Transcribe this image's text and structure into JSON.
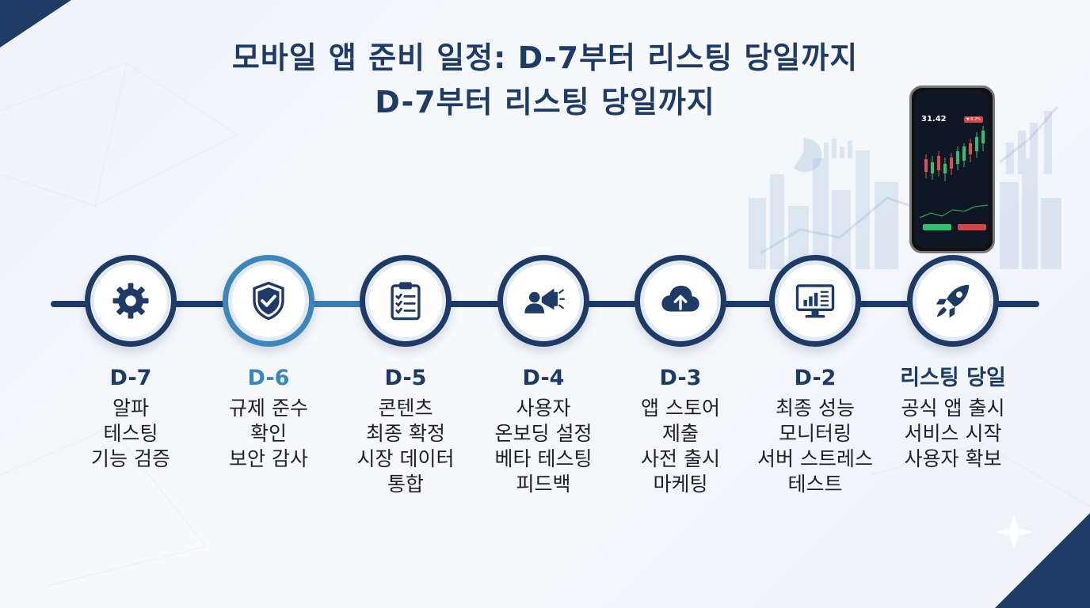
{
  "title": {
    "line1": "모바일 앱 준비 일정: D-7부터 리스팅 당일까지",
    "line2": "D-7부터 리스팅 당일까지"
  },
  "phone": {
    "price": "31.42",
    "badge": "▼ 6.2%"
  },
  "steps": [
    {
      "day": "D-7",
      "icon": "gear-icon",
      "lines": [
        "알파",
        "테스팅",
        "기능 검증"
      ]
    },
    {
      "day": "D-6",
      "icon": "shield-check-icon",
      "lines": [
        "규제 준수",
        "확인",
        "보안 감사"
      ]
    },
    {
      "day": "D-5",
      "icon": "clipboard-checklist-icon",
      "lines": [
        "콘텐츠",
        "최종 확정",
        "시장 데이터",
        "통합"
      ]
    },
    {
      "day": "D-4",
      "icon": "user-megaphone-icon",
      "lines": [
        "사용자",
        "온보딩 설정",
        "베타 테스팅",
        "피드백"
      ]
    },
    {
      "day": "D-3",
      "icon": "cloud-upload-icon",
      "lines": [
        "앱 스토어",
        "제출",
        "사전 출시",
        "마케팅"
      ]
    },
    {
      "day": "D-2",
      "icon": "monitor-chart-icon",
      "lines": [
        "최종 성능",
        "모니터링",
        "서버 스트레스",
        "테스트"
      ]
    },
    {
      "day": "리스팅 당일",
      "icon": "rocket-icon",
      "lines": [
        "공식 앱 출시",
        "서비스 시작",
        "사용자 확보"
      ]
    }
  ],
  "colors": {
    "navy": "#1e3a66",
    "highlight": "#3a86bd",
    "text": "#1f1f24"
  }
}
